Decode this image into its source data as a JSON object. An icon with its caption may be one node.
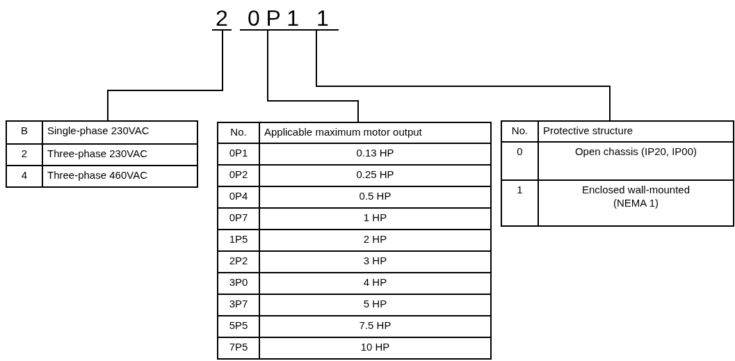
{
  "diagram": {
    "nodes": [
      {
        "text": [
          "2"
        ]
      },
      {
        "text": [
          "0 P 1"
        ]
      },
      {
        "text": [
          "1"
        ]
      },
      {
        "text": [
          "B",
          "Single-phase 230VAC",
          "2",
          "Three-phase 230VAC",
          "4",
          "Three-phase 460VAC"
        ]
      },
      {
        "text": [
          "No.",
          "Applicable maximum motor output",
          "0P1",
          "0.13 HP",
          "0P2",
          "0.25 HP",
          "0P4",
          "0.5 HP",
          "0P7",
          "1 HP",
          "1P5",
          "2 HP",
          "2P2",
          "3 HP",
          "3P0",
          "4 HP",
          "3P7",
          "5 HP",
          "5P5",
          "7.5 HP",
          "7P5",
          "10 HP"
        ]
      },
      {
        "text": [
          "No.",
          "Protective structure",
          "0",
          "Open chassis (IP20, IP00)",
          "1",
          "Enclosed wall-mounted (NEMA 1)"
        ]
      }
    ],
    "edges": [
      {
        "from": 0,
        "to": 3,
        "arrow": "none"
      },
      {
        "from": 1,
        "to": 4,
        "arrow": "none"
      },
      {
        "from": 2,
        "to": 5,
        "arrow": "none"
      }
    ]
  }
}
